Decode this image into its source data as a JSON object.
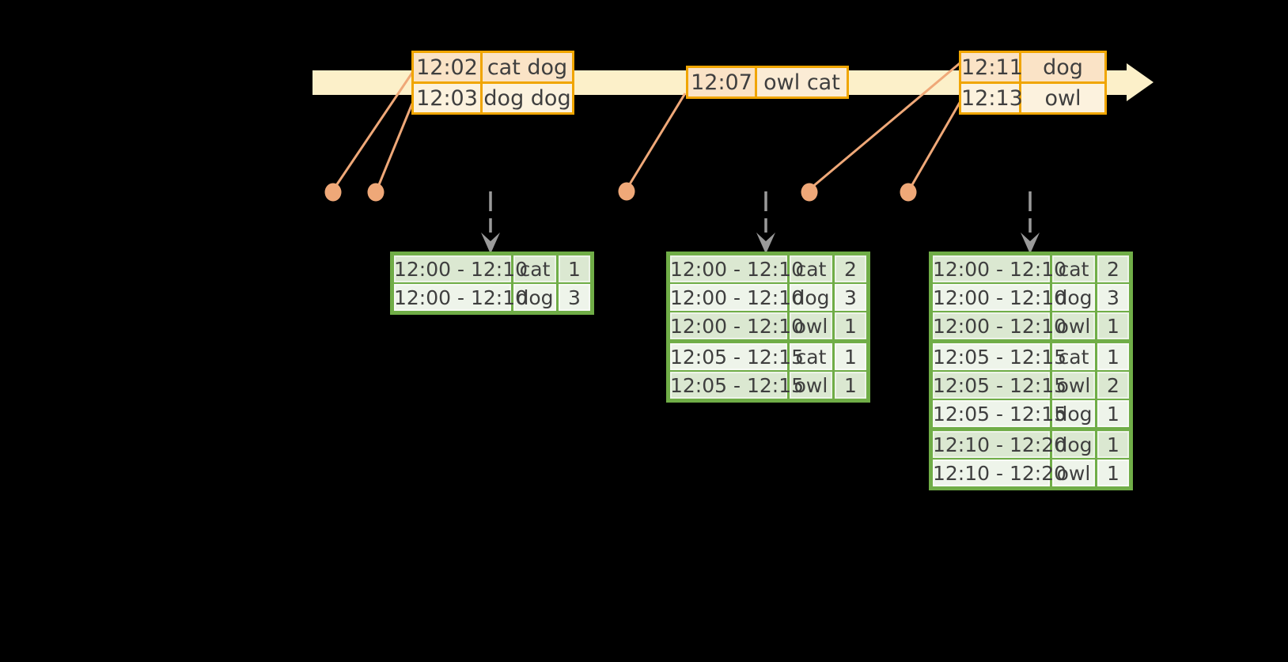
{
  "diagram": {
    "kind": "streaming-windowed-wordcount-timeline",
    "colors": {
      "background": "#000000",
      "timeline_fill": "#FCF0C9",
      "event_table_border": "#F0A500",
      "event_row_peach": "#FAE3C6",
      "event_row_cream": "#FCF2DE",
      "connector_salmon": "#EFA878",
      "trigger_arrow_gray": "#9A9A9A",
      "result_table_border": "#70AD47",
      "result_row_dark": "#DBE8D1",
      "result_row_light": "#EEF4EA",
      "text": "#3F3F3F"
    },
    "icons": {
      "timeline_arrowhead": "right-arrow",
      "event_marker": "dot",
      "trigger": "dashed-down-arrow"
    }
  },
  "event_tables": [
    {
      "rows": [
        {
          "time": "12:02",
          "words": "cat dog"
        },
        {
          "time": "12:03",
          "words": "dog dog"
        }
      ]
    },
    {
      "rows": [
        {
          "time": "12:07",
          "words": "owl cat"
        }
      ]
    },
    {
      "rows": [
        {
          "time": "12:11",
          "words": "dog"
        },
        {
          "time": "12:13",
          "words": "owl"
        }
      ]
    }
  ],
  "result_tables": [
    {
      "rows": [
        {
          "window": "12:00 - 12:10",
          "word": "cat",
          "count": "1"
        },
        {
          "window": "12:00 - 12:10",
          "word": "dog",
          "count": "3"
        }
      ]
    },
    {
      "rows": [
        {
          "window": "12:00 - 12:10",
          "word": "cat",
          "count": "2"
        },
        {
          "window": "12:00 - 12:10",
          "word": "dog",
          "count": "3"
        },
        {
          "window": "12:00 - 12:10",
          "word": "owl",
          "count": "1"
        },
        {
          "window": "12:05 - 12:15",
          "word": "cat",
          "count": "1"
        },
        {
          "window": "12:05 - 12:15",
          "word": "owl",
          "count": "1"
        }
      ]
    },
    {
      "rows": [
        {
          "window": "12:00 - 12:10",
          "word": "cat",
          "count": "2"
        },
        {
          "window": "12:00 - 12:10",
          "word": "dog",
          "count": "3"
        },
        {
          "window": "12:00 - 12:10",
          "word": "owl",
          "count": "1"
        },
        {
          "window": "12:05 - 12:15",
          "word": "cat",
          "count": "1"
        },
        {
          "window": "12:05 - 12:15",
          "word": "owl",
          "count": "2"
        },
        {
          "window": "12:05 - 12:15",
          "word": "dog",
          "count": "1"
        },
        {
          "window": "12:10 - 12:20",
          "word": "dog",
          "count": "1"
        },
        {
          "window": "12:10 - 12:20",
          "word": "owl",
          "count": "1"
        }
      ]
    }
  ]
}
